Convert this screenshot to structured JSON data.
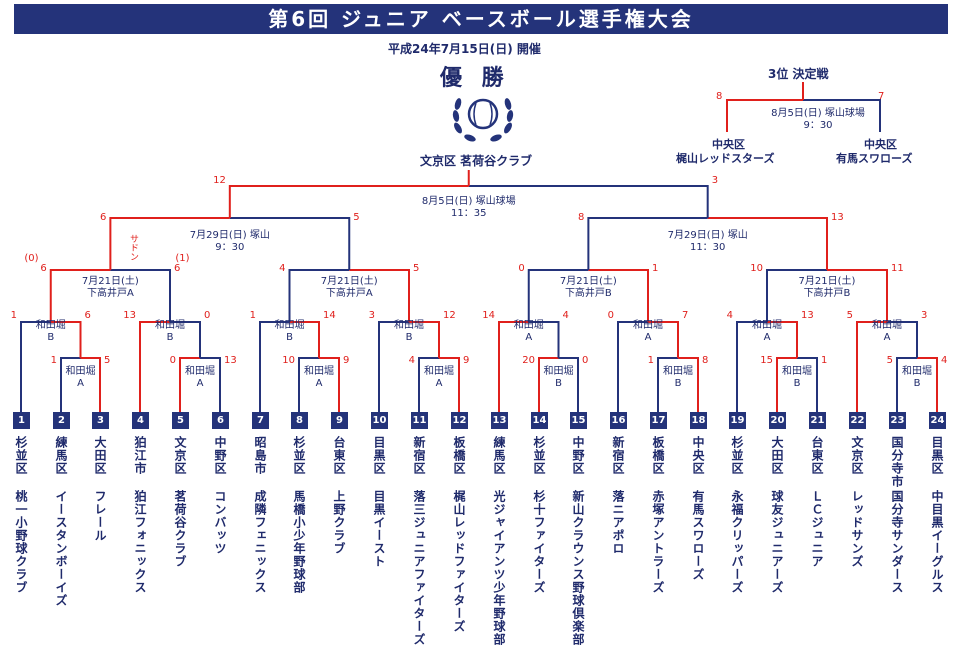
{
  "header": {
    "title": "第6回 ジュニア ベースボール選手権大会"
  },
  "date_line": "平成24年7月15日(日) 開催",
  "champion": {
    "label": "優 勝",
    "team": "文京区 茗荷谷クラブ"
  },
  "third_place": {
    "title": "3位 決定戦",
    "info": "8月5日(日) 塚山球場\n9：30",
    "left": {
      "ward": "中央区",
      "team": "梶山レッドスターズ",
      "score": "8"
    },
    "right": {
      "ward": "中央区",
      "team": "有馬スワローズ",
      "score": "7"
    }
  },
  "final": {
    "info": "8月5日(日) 塚山球場\n11：35",
    "left": "12",
    "right": "3"
  },
  "semis": [
    {
      "info": "7月29日(日) 塚山\n9：30",
      "left": "6",
      "right": "5",
      "note": "サドン"
    },
    {
      "info": "7月29日(日) 塚山\n11：30",
      "left": "8",
      "right": "13"
    }
  ],
  "quarters": [
    {
      "info": "7月21日(土)\n下高井戸A",
      "left": "6",
      "right": "6",
      "left_pk": "(0)",
      "right_pk": "(1)"
    },
    {
      "info": "7月21日(土)\n下高井戸A",
      "left": "4",
      "right": "5"
    },
    {
      "info": "7月21日(土)\n下高井戸B",
      "left": "0",
      "right": "1"
    },
    {
      "info": "7月21日(土)\n下高井戸B",
      "left": "10",
      "right": "11"
    }
  ],
  "r2": [
    {
      "info": "和田堀\nB",
      "left": "1",
      "right": "6"
    },
    {
      "info": "和田堀\nB",
      "left": "13",
      "right": "0"
    },
    {
      "info": "和田堀\nB",
      "left": "1",
      "right": "14"
    },
    {
      "info": "和田堀\nB",
      "left": "3",
      "right": "12"
    },
    {
      "info": "和田堀\nA",
      "left": "14",
      "right": "4"
    },
    {
      "info": "和田堀\nA",
      "left": "0",
      "right": "7"
    },
    {
      "info": "和田堀\nA",
      "left": "4",
      "right": "13"
    },
    {
      "info": "和田堀\nA",
      "left": "5",
      "right": "3"
    }
  ],
  "r1": [
    {
      "info": "和田堀\nA",
      "left": "1",
      "right": "5"
    },
    {
      "info": "和田堀\nA",
      "left": "0",
      "right": "13"
    },
    {
      "info": "和田堀\nA",
      "left": "10",
      "right": "9"
    },
    {
      "info": "和田堀\nA",
      "left": "4",
      "right": "9"
    },
    {
      "info": "和田堀\nB",
      "left": "20",
      "right": "0"
    },
    {
      "info": "和田堀\nB",
      "left": "1",
      "right": "8"
    },
    {
      "info": "和田堀\nB",
      "left": "15",
      "right": "1"
    },
    {
      "info": "和田堀\nB",
      "left": "5",
      "right": "4"
    }
  ],
  "teams": [
    {
      "no": "1",
      "ward": "杉並区",
      "name": "桃一小野球クラブ"
    },
    {
      "no": "2",
      "ward": "練馬区",
      "name": "イースタンボーイズ"
    },
    {
      "no": "3",
      "ward": "大田区",
      "name": "フレール"
    },
    {
      "no": "4",
      "ward": "狛江市",
      "name": "狛江フォニックス"
    },
    {
      "no": "5",
      "ward": "文京区",
      "name": "茗荷谷クラブ"
    },
    {
      "no": "6",
      "ward": "中野区",
      "name": "コンバッツ"
    },
    {
      "no": "7",
      "ward": "昭島市",
      "name": "成隣フェニックス"
    },
    {
      "no": "8",
      "ward": "杉並区",
      "name": "馬橋小少年野球部"
    },
    {
      "no": "9",
      "ward": "台東区",
      "name": "上野クラブ"
    },
    {
      "no": "10",
      "ward": "目黒区",
      "name": "目黒イースト"
    },
    {
      "no": "11",
      "ward": "新宿区",
      "name": "落三ジュニアファイターズ"
    },
    {
      "no": "12",
      "ward": "板橋区",
      "name": "梶山レッドファイターズ"
    },
    {
      "no": "13",
      "ward": "練馬区",
      "name": "光ジャイアンツ少年野球部"
    },
    {
      "no": "14",
      "ward": "杉並区",
      "name": "杉十ファイターズ"
    },
    {
      "no": "15",
      "ward": "中野区",
      "name": "新山クラウンス野球倶楽部"
    },
    {
      "no": "16",
      "ward": "新宿区",
      "name": "落ニアポロ"
    },
    {
      "no": "17",
      "ward": "板橋区",
      "name": "赤塚アントラーズ"
    },
    {
      "no": "18",
      "ward": "中央区",
      "name": "有馬スワローズ"
    },
    {
      "no": "19",
      "ward": "杉並区",
      "name": "永福クリッパーズ"
    },
    {
      "no": "20",
      "ward": "大田区",
      "name": "球友ジュニアーズ"
    },
    {
      "no": "21",
      "ward": "台東区",
      "name": "ＬＣジュニア"
    },
    {
      "no": "22",
      "ward": "文京区",
      "name": "レッドサンズ"
    },
    {
      "no": "23",
      "ward": "国分寺市",
      "name": "国分寺サンダース"
    },
    {
      "no": "24",
      "ward": "目黒区",
      "name": "中目黒イーグルス"
    }
  ],
  "colors": {
    "navy": "#24337a",
    "red": "#e0201c"
  },
  "icons": {
    "trophy": "laurel-ball-icon"
  }
}
